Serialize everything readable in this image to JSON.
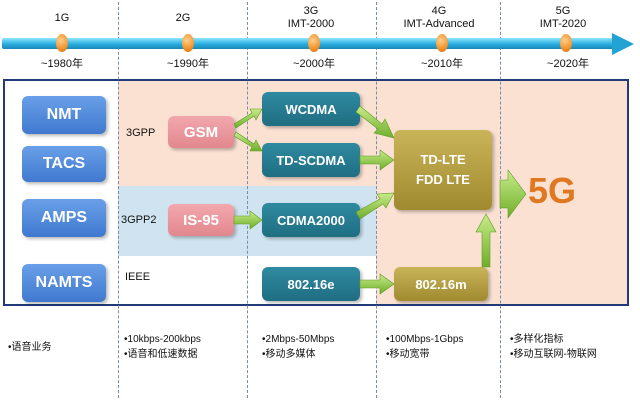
{
  "timeline": {
    "generations": [
      {
        "gen": "1G",
        "std": "",
        "year": "~1980年"
      },
      {
        "gen": "2G",
        "std": "",
        "year": "~1990年"
      },
      {
        "gen": "3G",
        "std": "IMT-2000",
        "year": "~2000年"
      },
      {
        "gen": "4G",
        "std": "IMT-Advanced",
        "year": "~2010年"
      },
      {
        "gen": "5G",
        "std": "IMT-2020",
        "year": "~2020年"
      }
    ]
  },
  "first_gen": [
    "NMT",
    "TACS",
    "AMPS",
    "NAMTS"
  ],
  "orgs": {
    "a": "3GPP",
    "b": "3GPP2",
    "c": "IEEE"
  },
  "second_gen": {
    "gsm": "GSM",
    "is95": "IS-95"
  },
  "third_gen": {
    "wcdma": "WCDMA",
    "tdscdma": "TD-SCDMA",
    "cdma2000": "CDMA2000",
    "wimax": "802.16e"
  },
  "fourth_gen": {
    "lte_line1": "TD-LTE",
    "lte_line2": "FDD LTE",
    "wimax": "802.16m"
  },
  "fifth_gen": "5G",
  "features": {
    "col1": [
      "•语音业务"
    ],
    "col2": [
      "•10kbps-200kbps",
      "•语音和低速数据"
    ],
    "col3": [
      "•2Mbps-50Mbps",
      "•移动多媒体"
    ],
    "col4": [
      "•100Mbps-1Gbps",
      "•移动宽带"
    ],
    "col5": [
      "•多样化指标",
      "•移动互联网-物联网"
    ]
  },
  "colors": {
    "axis": "#2aaee0",
    "frame": "#223a78",
    "accent_5g": "#e07822",
    "arrow": "#8cc63e"
  }
}
